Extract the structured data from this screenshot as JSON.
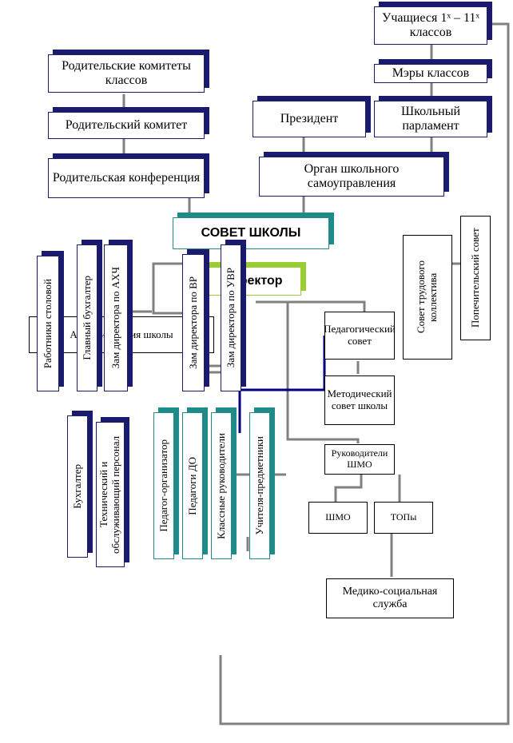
{
  "top": {
    "students": "Учащиеся 1ˣ – 11ˣ классов",
    "mayors": "Мэры классов",
    "parliament": "Школьный парламент",
    "president": "Президент",
    "self_gov": "Орган школьного самоуправления"
  },
  "parents": {
    "class_committees": "Родительские комитеты классов",
    "committee": "Родительский комитет",
    "conference": "Родительская конференция"
  },
  "council": "СОВЕТ ШКОЛЫ",
  "director": "Директор",
  "administration": "Администрация школы",
  "staff": {
    "canteen": "Работники столовой",
    "accountant_chief": "Главный бухгалтер",
    "deputy_ahch": "Зам директора по АХЧ",
    "deputy_vr": "Зам директора по ВР",
    "deputy_uvr": "Зам директора по УВР",
    "accountant": "Бухгалтер",
    "tech": "Технический и обслуживающий персонал",
    "organizer": "Педагог-организатор",
    "teachers_do": "Педагоги ДО",
    "class_teachers": "Классные руководители",
    "subject_teachers": "Учителя-предметники"
  },
  "right": {
    "work_council": "Совет трудового коллектива",
    "trustee": "Попечительский совет",
    "ped_council": "Педагогический совет",
    "method_council": "Методический совет школы",
    "shmo_heads": "Руководители ШМО",
    "shmo": "ШМО",
    "topy": "ТОПы",
    "medical": "Медико-социальная служба"
  },
  "colors": {
    "navy": "#1a1a6e",
    "teal": "#1e8a8a",
    "gray": "#808080",
    "green": "#9acd32",
    "dark_blue": "#000080"
  }
}
